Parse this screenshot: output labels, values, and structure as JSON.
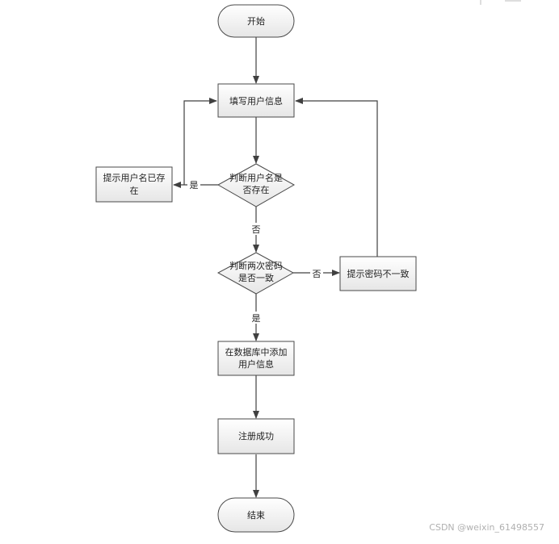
{
  "nodes": {
    "start": "开始",
    "fill_info": "填写用户信息",
    "check_user": [
      "判断用户名是",
      "否存在"
    ],
    "user_exists": [
      "提示用户名已存",
      "在"
    ],
    "check_pwd": [
      "判断两次密码",
      "是否一致"
    ],
    "pwd_mismatch": "提示密码不一致",
    "add_db": [
      "在数据库中添加",
      "用户信息"
    ],
    "register_ok": "注册成功",
    "end": "结束"
  },
  "edges": {
    "yes_user_exists": "是",
    "no_user_exists": "否",
    "no_pwd_match": "否",
    "yes_pwd_match": "是"
  },
  "watermark": "CSDN @weixin_61498557"
}
